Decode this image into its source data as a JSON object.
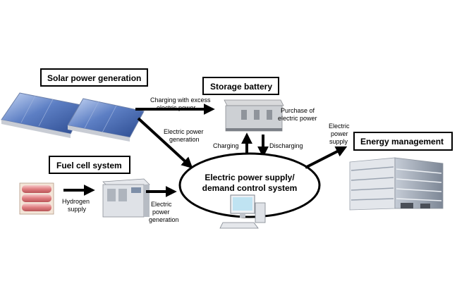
{
  "titles": {
    "solar": "Solar power generation",
    "storage": "Storage battery",
    "fuel_cell": "Fuel cell system",
    "energy_mgmt": "Energy management"
  },
  "center": {
    "line1": "Electric power supply/",
    "line2": "demand control system"
  },
  "labels": {
    "charging_excess_1": "Charging with excess",
    "charging_excess_2": "electric power",
    "electric_power_gen_1": "Electric power",
    "electric_power_gen_2": "generation",
    "purchase_1": "Purchase of",
    "purchase_2": "electric power",
    "charging": "Charging",
    "discharging": "Discharging",
    "supply_1": "Electric",
    "supply_2": "power",
    "supply_3": "supply",
    "hydrogen_1": "Hydrogen",
    "hydrogen_2": "supply",
    "fc_power_1": "Electric",
    "fc_power_2": "power",
    "fc_power_3": "generation"
  },
  "icons": [
    "solar-panel-icon",
    "battery-cabinet-icon",
    "hydrogen-tank-icon",
    "fuel-cell-unit-icon",
    "computer-icon",
    "office-building-icon"
  ],
  "colors": {
    "line": "#000000",
    "panel": "#3d5fa8",
    "panel_light": "#a9c2ee",
    "tank": "#e0868a",
    "building": "#9aa3b0"
  }
}
